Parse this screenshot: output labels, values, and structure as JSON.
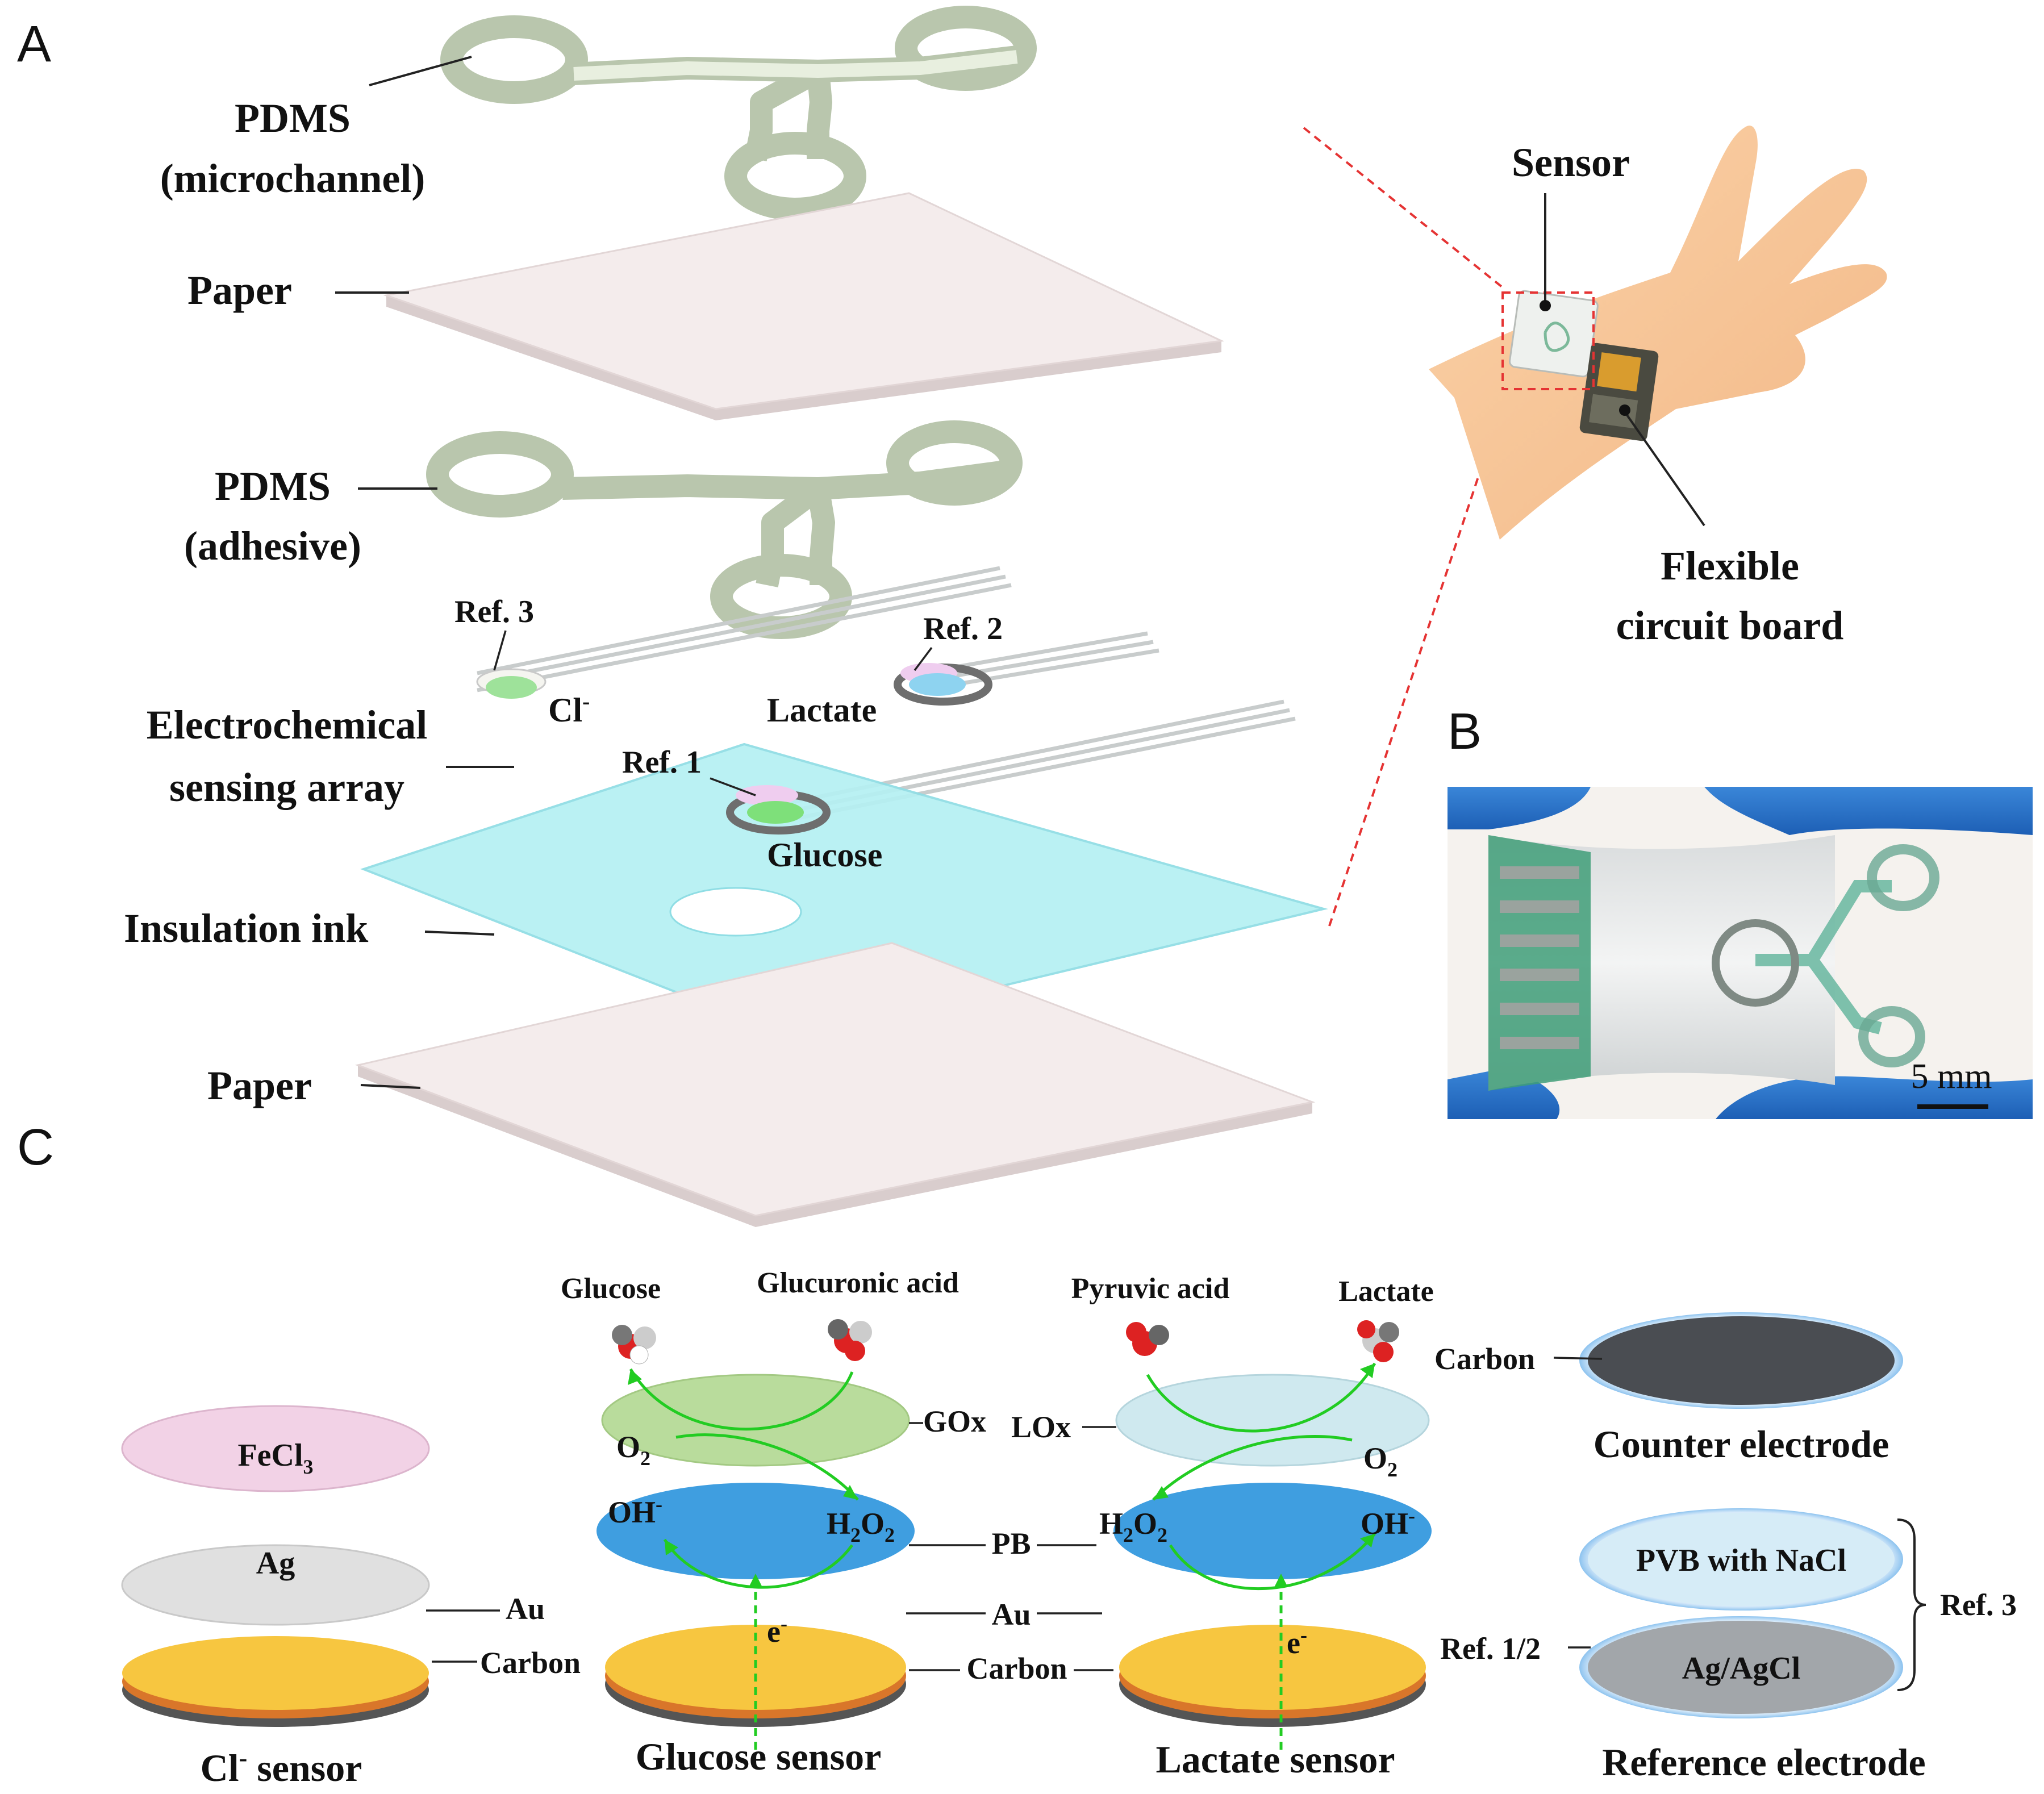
{
  "panels": {
    "a": "A",
    "b": "B",
    "c": "C"
  },
  "panel_a": {
    "pdms_top": {
      "line1": "PDMS",
      "line2": "(microchannel)"
    },
    "paper_top": "Paper",
    "pdms_adh": {
      "line1": "PDMS",
      "line2": "(adhesive)"
    },
    "ref3": "Ref. 3",
    "ref2": "Ref. 2",
    "ref1": "Ref. 1",
    "cl": "Cl",
    "cl_sup": "-",
    "lactate": "Lactate",
    "glucose": "Glucose",
    "array": {
      "line1": "Electrochemical",
      "line2": "sensing array"
    },
    "insulation": "Insulation ink",
    "paper_bottom": "Paper",
    "sensor": "Sensor",
    "board": {
      "line1": "Flexible",
      "line2": "circuit board"
    }
  },
  "panel_b": {
    "scale": "5 mm"
  },
  "panel_c": {
    "molecules": {
      "glucose": "Glucose",
      "glucuronic": "Glucuronic acid",
      "pyruvic": "Pyruvic acid",
      "lactate": "Lactate"
    },
    "cl_sensor": {
      "fecl": "FeCl",
      "fecl_sub": "3",
      "ag": "Ag",
      "au": "Au",
      "carbon": "Carbon",
      "title": "Cl",
      "title_sup": "-",
      "title_rest": " sensor"
    },
    "glucose_sensor": {
      "o2": "O",
      "o2_sub": "2",
      "oh": "OH",
      "oh_sup": "-",
      "h2o2_h": "H",
      "h2o2_2a": "2",
      "h2o2_o": "O",
      "h2o2_2b": "2",
      "e": "e",
      "e_sup": "-",
      "gox": "GOx",
      "title": "Glucose sensor"
    },
    "shared": {
      "pb": "PB",
      "au": "Au",
      "carbon": "Carbon"
    },
    "lactate_sensor": {
      "lox": "LOx",
      "o2": "O",
      "o2_sub": "2",
      "h2o2_h": "H",
      "h2o2_2a": "2",
      "h2o2_o": "O",
      "h2o2_2b": "2",
      "oh": "OH",
      "oh_sup": "-",
      "e": "e",
      "e_sup": "-",
      "title": "Lactate sensor"
    },
    "counter": {
      "carbon": "Carbon",
      "title": "Counter electrode"
    },
    "reference": {
      "pvb": "PVB with NaCl",
      "agagcl": "Ag/AgCl",
      "ref12": "Ref. 1/2",
      "ref3": "Ref. 3",
      "title": "Reference electrode"
    }
  },
  "colors": {
    "pdms": "#b9c6ad",
    "insulation": "#a8ecf0",
    "gold": "#f7c640",
    "pb_blue": "#3f9ee0",
    "gox_green": "#b9dc9c",
    "lox_blue": "#cfe9ef",
    "fecl_pink": "#f0cfe4",
    "arrow_green": "#22cc22",
    "guide_red": "#e53333"
  }
}
